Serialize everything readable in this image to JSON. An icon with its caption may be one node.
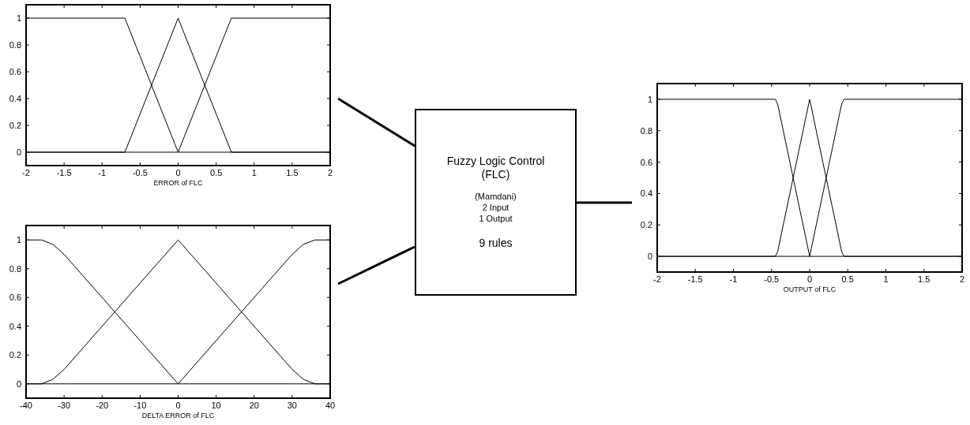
{
  "diagram": {
    "nodes": [
      {
        "text": [],
        "shape": "chart"
      },
      {
        "text": [],
        "shape": "chart"
      },
      {
        "text": [
          "Fuzzy Logic Control (FLC)",
          "(Mamdani)",
          "2 Input",
          "1 Output",
          "9 rules"
        ]
      },
      {
        "text": [],
        "shape": "chart"
      }
    ],
    "edges": [
      {
        "from": 0,
        "to": 2,
        "arrow": "none"
      },
      {
        "from": 1,
        "to": 2,
        "arrow": "none"
      },
      {
        "from": 2,
        "to": 3,
        "arrow": "none"
      }
    ],
    "chart_data": [
      {
        "type": "line",
        "xlabel": "ERROR of FLC",
        "x": [
          -2,
          -0.7,
          0,
          0.7,
          2
        ],
        "xlim": [
          -2,
          2
        ],
        "ylim": [
          -0.1,
          1.1
        ],
        "xticks": [
          -2,
          -1.5,
          -1,
          -0.5,
          0,
          0.5,
          1,
          1.5,
          2
        ],
        "yticks": [
          0,
          0.2,
          0.4,
          0.6,
          0.8,
          1
        ],
        "series": [
          {
            "color": "#000000",
            "values": [
              1,
              1,
              0,
              0,
              0
            ]
          },
          {
            "color": "#000000",
            "values": [
              0,
              0,
              1,
              0,
              0
            ]
          },
          {
            "color": "#000000",
            "values": [
              0,
              0,
              0,
              1,
              1
            ]
          }
        ]
      },
      {
        "type": "line",
        "xlabel": "DELTA ERROR of FLC",
        "x": [
          -40,
          -36,
          -33,
          -30,
          0,
          30,
          33,
          36,
          40
        ],
        "xlim": [
          -40,
          40
        ],
        "ylim": [
          -0.1,
          1.1
        ],
        "xticks": [
          -40,
          -30,
          -20,
          -10,
          0,
          10,
          20,
          30,
          40
        ],
        "yticks": [
          0,
          0.2,
          0.4,
          0.6,
          0.8,
          1
        ],
        "series": [
          {
            "color": "#000000",
            "values": [
              1,
              1,
              0.97,
              0.9,
              0,
              0,
              0,
              0,
              0
            ]
          },
          {
            "color": "#000000",
            "values": [
              0,
              0,
              0.03,
              0.1,
              1,
              0.1,
              0.03,
              0,
              0
            ]
          },
          {
            "color": "#000000",
            "values": [
              0,
              0,
              0,
              0,
              0,
              0.9,
              0.97,
              1,
              1
            ]
          }
        ]
      },
      {
        "type": "line",
        "xlabel": "OUTPUT of FLC",
        "x": [
          -2,
          -0.45,
          -0.42,
          0,
          0.42,
          0.45,
          2
        ],
        "xlim": [
          -2,
          2
        ],
        "ylim": [
          -0.1,
          1.1
        ],
        "xticks": [
          -2,
          -1.5,
          -1,
          -0.5,
          0,
          0.5,
          1,
          1.5,
          2
        ],
        "yticks": [
          0,
          0.2,
          0.4,
          0.6,
          0.8,
          1
        ],
        "series": [
          {
            "color": "#000000",
            "values": [
              1,
              1,
              0.97,
              0,
              0,
              0,
              0
            ]
          },
          {
            "color": "#000000",
            "values": [
              0,
              0,
              0.03,
              1,
              0.03,
              0,
              0
            ]
          },
          {
            "color": "#000000",
            "values": [
              0,
              0,
              0,
              0,
              0.97,
              1,
              1
            ]
          }
        ]
      }
    ]
  }
}
